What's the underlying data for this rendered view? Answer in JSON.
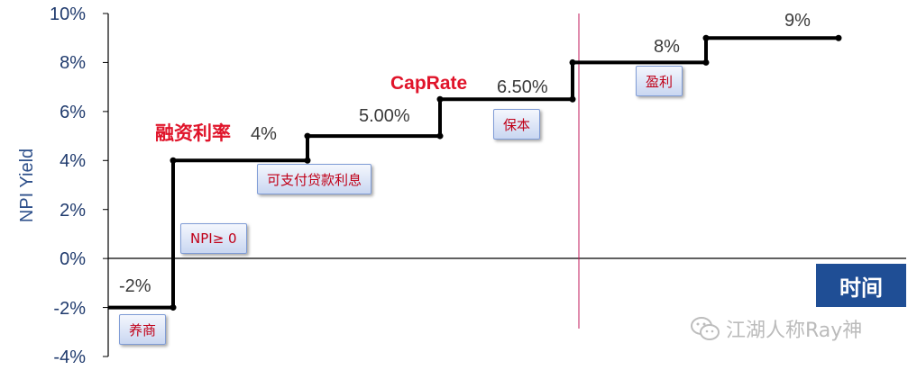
{
  "chart_data": {
    "type": "line",
    "ylabel": "NPI Yield",
    "xlabel": "时间",
    "ylim": [
      -4,
      10
    ],
    "yticks": [
      "10%",
      "8%",
      "6%",
      "4%",
      "2%",
      "0%",
      "-2%",
      "-4%"
    ],
    "step_values": [
      -2,
      4,
      5,
      6.5,
      8,
      9
    ],
    "step_labels": [
      "-2%",
      "4%",
      "5.00%",
      "6.50%",
      "8%",
      "9%"
    ],
    "red_labels": [
      "融资利率",
      "CapRate"
    ],
    "boxes": [
      "养商",
      "NPI≥ 0",
      "可支付贷款利息",
      "保本",
      "盈利"
    ],
    "colors": {
      "line": "#000000",
      "axis": "#000000",
      "divider": "#c2185b",
      "time_box": "#1f4e95",
      "box_text": "#c00018",
      "red": "#e0142a"
    }
  },
  "watermark": "江湖人称Ray神",
  "watermark_icon": "wechat-icon"
}
